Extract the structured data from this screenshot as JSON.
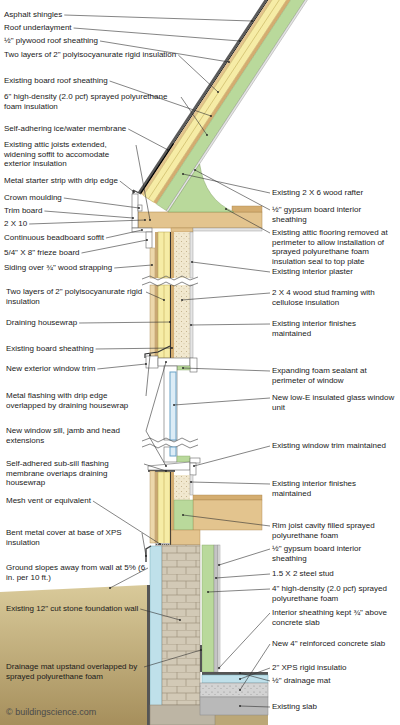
{
  "diagram": {
    "labels": [
      "Asphalt shingles",
      "Roof underlayment",
      "½\" plywood roof sheathing",
      "Two layers of 2\" polyisocyanurate rigid insulation",
      "Existing board roof sheathing",
      "6\" high-density (2.0 pcf) sprayed polyurethane foam insulation",
      "Self-adhering ice/water membrane",
      "Existing attic joists extended, widening soffit to accomodate exterior insulation",
      "Metal starter strip with drip edge",
      "Crown moulding",
      "Trim board",
      "2 X 10",
      "Continuous beadboard soffit",
      "5/4\" X 8\" frieze board",
      "Siding over ¾\" wood strapping",
      "Existing 2 X 6 wood rafter",
      "½\" gypsum board interior sheathing",
      "Existing attic flooring removed at perimeter to allow installation of sprayed polyurethane foam insulation seal to top plate",
      "Existing interior plaster",
      "Two layers of 2\" polyisocyanurate rigid insulation",
      "Draining housewrap",
      "Existing board sheathing",
      "New exterior window trim",
      "Metal flashing with drip edge overlapped by draining housewrap",
      "New window sill, jamb and head extensions",
      "2 X 4 wood stud framing with cellulose insulation",
      "Existing interior finishes maintained",
      "Expanding foam sealant at perimeter of window",
      "New low-E insulated glass window unit",
      "Existing window trim maintained",
      "Self-adhered sub-sill flashing membrane overlaps draining housewrap",
      "Mesh vent or equivalent",
      "Bent metal cover at base of XPS insulation",
      "Ground slopes away from wall at 5% (6 in. per 10 ft.)",
      "Existing interior finishes maintained",
      "Rim joist cavity filled sprayed polyurethane foam",
      "½\" gypsum board interior sheathing",
      "1.5 X 2 steel stud",
      "4\" high-density (2.0 pcf) sprayed polyurethane foam",
      "Existing 12\" cut stone foundation wall",
      "Drainage mat upstand overlapped by sprayed polyurethane foam",
      "© buildingscience.com",
      "Interior sheathing kept ¾\" above concrete slab",
      "New 4\" reinforced concrete slab",
      "2\" XPS rigid insulatio",
      "½\" drainage mat",
      "Existing slab"
    ]
  }
}
